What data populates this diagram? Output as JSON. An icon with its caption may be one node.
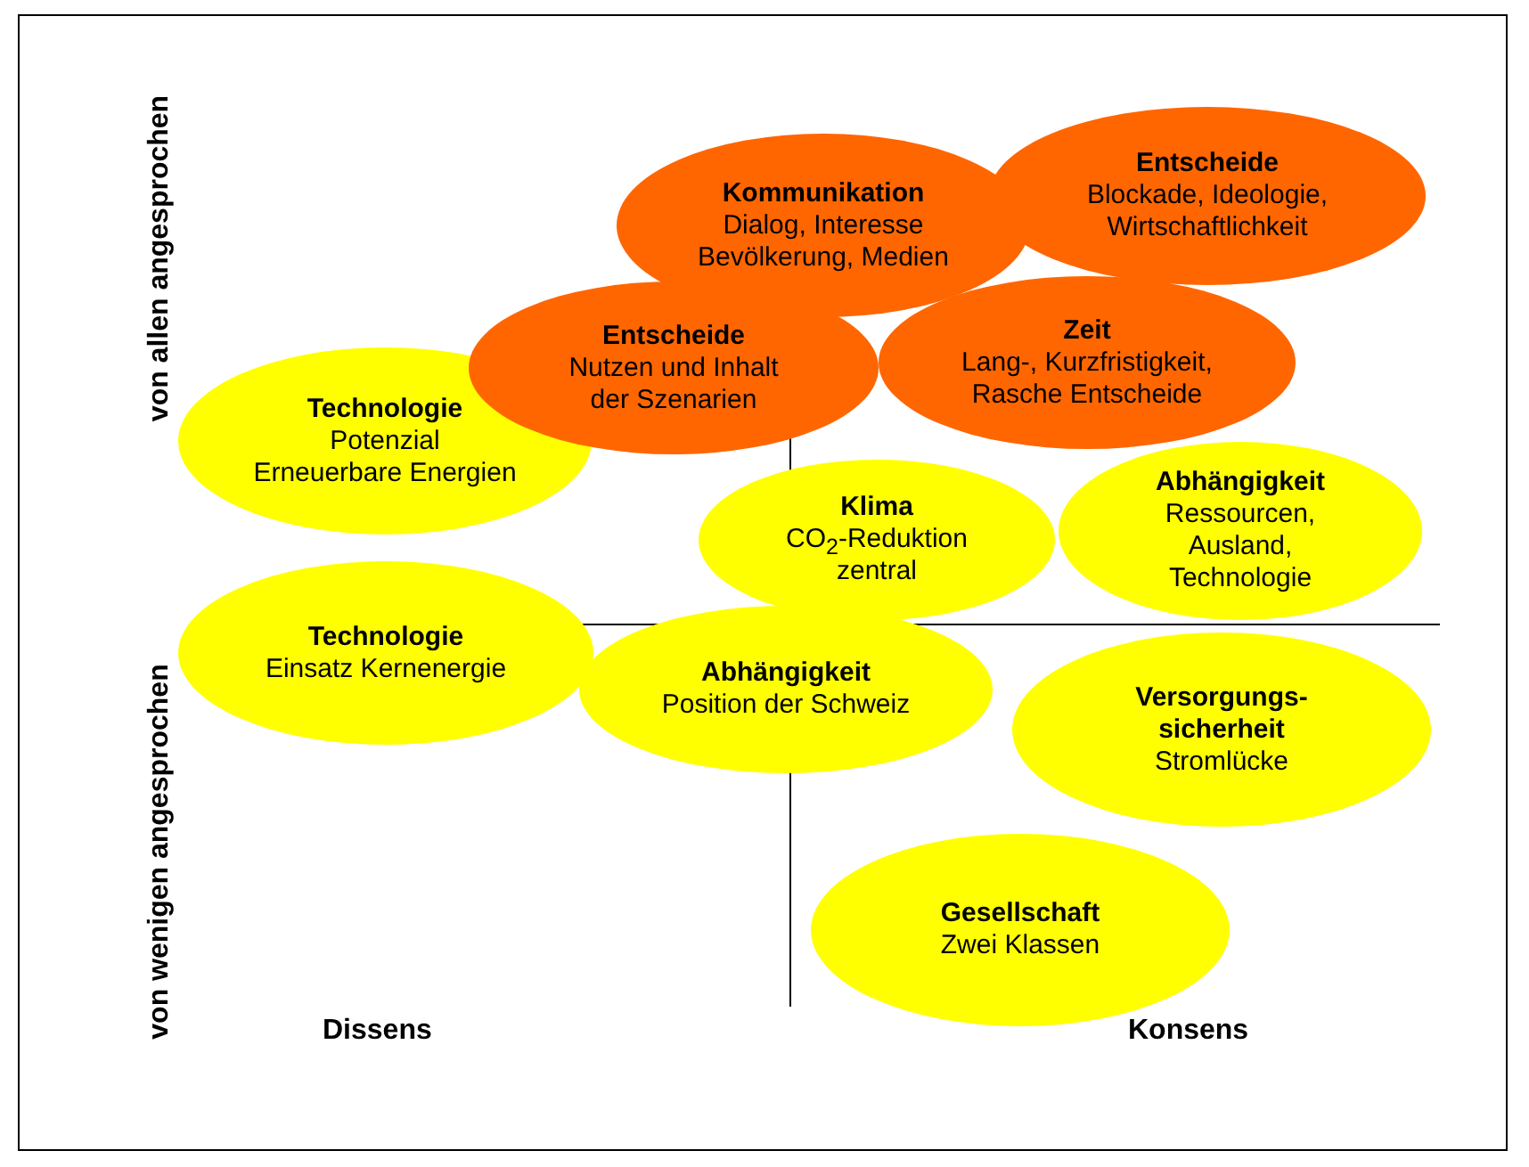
{
  "diagram": {
    "nodes": [
      {
        "text": [
          "Kommunikation",
          "Dialog, Interesse Bevölkerung, Medien"
        ]
      },
      {
        "text": [
          "Entscheide",
          "Blockade, Ideologie, Wirtschaftlichkeit"
        ]
      },
      {
        "text": [
          "Entscheide",
          "Nutzen und Inhalt der Szenarien"
        ]
      },
      {
        "text": [
          "Zeit",
          "Lang-, Kurzfristigkeit, Rasche Entscheide"
        ]
      },
      {
        "text": [
          "Technologie",
          "Potenzial",
          "Erneuerbare Energien"
        ]
      },
      {
        "text": [
          "Klima",
          "CO$_{2}$-Reduktion zentral"
        ]
      },
      {
        "text": [
          "Abhängigkeit",
          "Ressourcen,",
          "Ausland,",
          "Technologie"
        ]
      },
      {
        "text": [
          "Technologie",
          "Einsatz Kernenergie"
        ]
      },
      {
        "text": [
          "Abhängigkeit",
          "Position der Schweiz"
        ]
      },
      {
        "text": [
          "Versorgungs- sicherheit",
          "Stromlücke"
        ]
      },
      {
        "text": [
          "Gesellschaft",
          "Zwei Klassen"
        ]
      }
    ],
    "edges": [],
    "labels": [
      "von allen angesprochen",
      "von wenigen angesprochen",
      "Dissens",
      "Konsens"
    ]
  }
}
